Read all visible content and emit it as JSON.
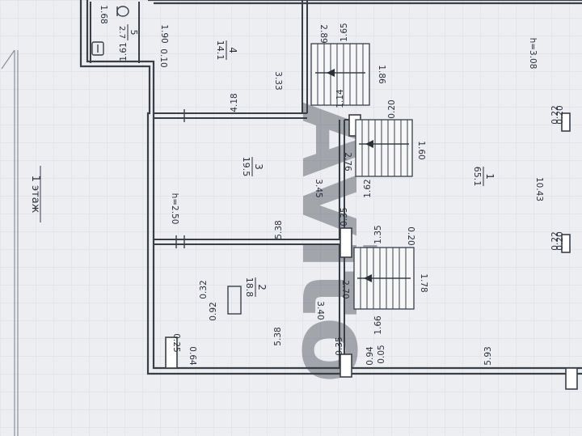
{
  "floor_label": "1 этаж",
  "watermark": "Avito",
  "rooms": [
    {
      "number": "1",
      "area": "65.1"
    },
    {
      "number": "2",
      "area": "18.8"
    },
    {
      "number": "3",
      "area": "19.5"
    },
    {
      "number": "4",
      "area": "14.1"
    },
    {
      "number": "5",
      "area": "2.7"
    }
  ],
  "dimensions": [
    "1.68",
    "1.90",
    "1.61",
    "0.10",
    "3.33",
    "4.18",
    "2.89",
    "1.65",
    "1.86",
    "1.14",
    "h=3.08",
    "0.20",
    "0.22",
    "0.20",
    "2.76",
    "1.60",
    "1.62",
    "h=2.50",
    "3.45",
    "5.38",
    "0.35",
    "1.35",
    "0.20",
    "10.43",
    "0.22",
    "0.20",
    "2.70",
    "1.78",
    "0.32",
    "0.92",
    "3.40",
    "1.66",
    "5.38",
    "0.25",
    "0.64",
    "0.35",
    "0.05",
    "0.94",
    "5.93"
  ]
}
